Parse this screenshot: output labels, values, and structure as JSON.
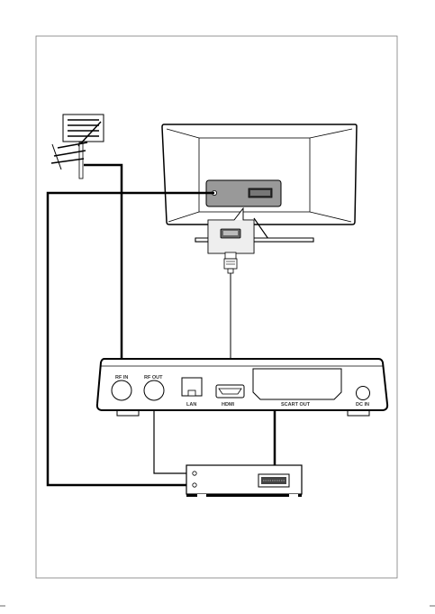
{
  "diagram": {
    "stb_ports": {
      "rf_in": "RF IN",
      "rf_out": "RF OUT",
      "lan": "LAN",
      "hdmi": "HDMI",
      "scart_out": "SCART OUT",
      "dc_in": "DC IN"
    },
    "devices": [
      "antenna-icon",
      "tv-icon",
      "set-top-box-icon",
      "vcr-icon"
    ],
    "cables": [
      {
        "from": "antenna",
        "to": "set-top-box RF IN"
      },
      {
        "from": "set-top-box RF OUT",
        "to": "vcr RF input"
      },
      {
        "from": "vcr RF output",
        "to": "tv RF input"
      },
      {
        "from": "set-top-box HDMI",
        "to": "tv HDMI"
      },
      {
        "from": "vcr SCART",
        "to": "set-top-box SCART OUT"
      }
    ],
    "colors": {
      "line": "#000000",
      "fill": "#ffffff",
      "panel": "#999999",
      "port": "#555555"
    }
  }
}
